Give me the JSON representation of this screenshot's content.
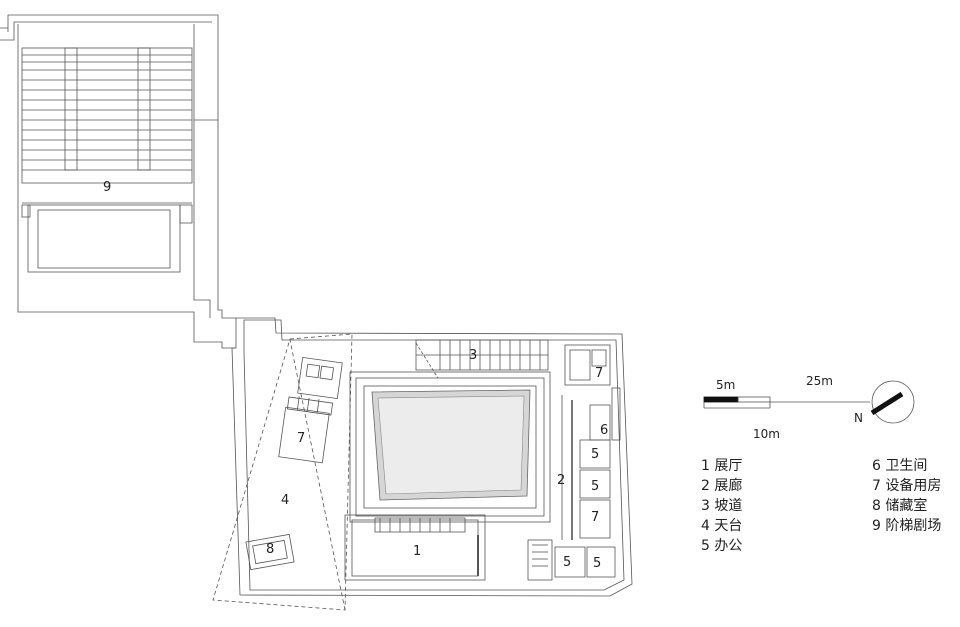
{
  "rooms": {
    "r1": "1",
    "r2": "2",
    "r3": "3",
    "r4": "4",
    "r5a": "5",
    "r5b": "5",
    "r5c": "5",
    "r5d": "5",
    "r6": "6",
    "r7a": "7",
    "r7b": "7",
    "r7c": "7",
    "r8": "8",
    "r9": "9"
  },
  "legend": {
    "left": [
      {
        "num": "1",
        "name": "展厅"
      },
      {
        "num": "2",
        "name": "展廊"
      },
      {
        "num": "3",
        "name": "坡道"
      },
      {
        "num": "4",
        "name": "天台"
      },
      {
        "num": "5",
        "name": "办公"
      }
    ],
    "right": [
      {
        "num": "6",
        "name": "卫生间"
      },
      {
        "num": "7",
        "name": "设备用房"
      },
      {
        "num": "8",
        "name": "储藏室"
      },
      {
        "num": "9",
        "name": "阶梯剧场"
      }
    ]
  },
  "scale": {
    "label_5m": "5m",
    "label_25m": "25m",
    "label_10m": "10m"
  },
  "north": {
    "label": "N"
  },
  "colors": {
    "line": "#555555",
    "atrium_fill": "#d6d6d6",
    "atrium_inner": "#ececec"
  }
}
